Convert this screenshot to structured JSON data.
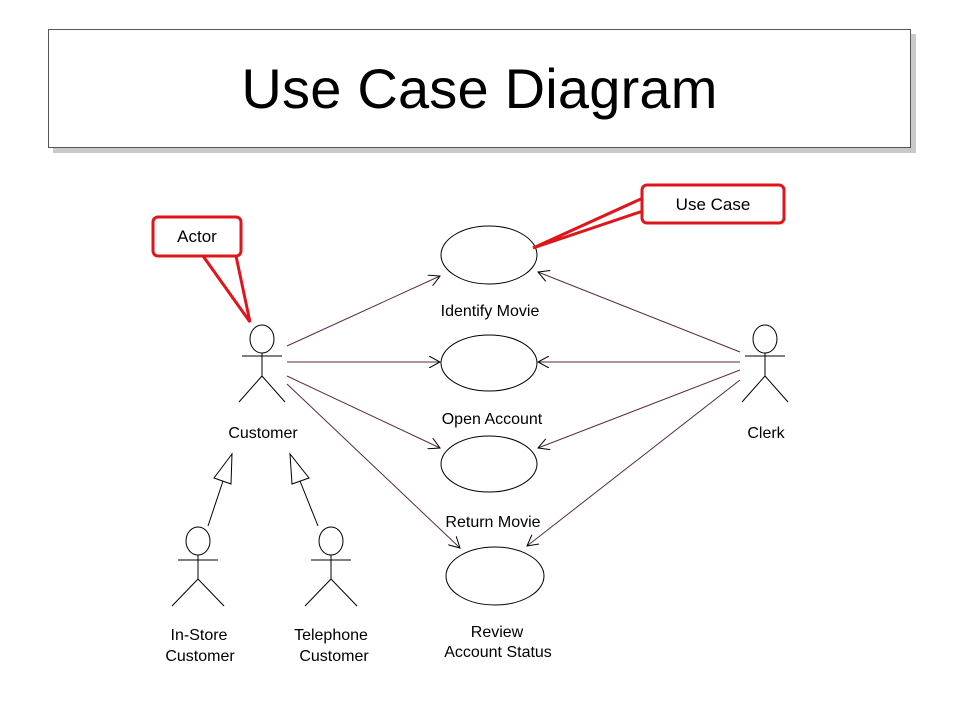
{
  "title": "Use Case Diagram",
  "callouts": {
    "actor": "Actor",
    "use_case": "Use Case"
  },
  "actors": {
    "customer": "Customer",
    "clerk": "Clerk",
    "in_store_customer": [
      "In-Store",
      "Customer"
    ],
    "telephone_customer": [
      "Telephone",
      "Customer"
    ]
  },
  "use_cases": {
    "identify_movie": "Identify Movie",
    "open_account": "Open Account",
    "return_movie": "Return Movie",
    "review_account_status": [
      "Review",
      "Account Status"
    ]
  },
  "colors": {
    "association_line": "#5a2a4a",
    "callout_red": "#e0151b",
    "outline": "#000000"
  }
}
